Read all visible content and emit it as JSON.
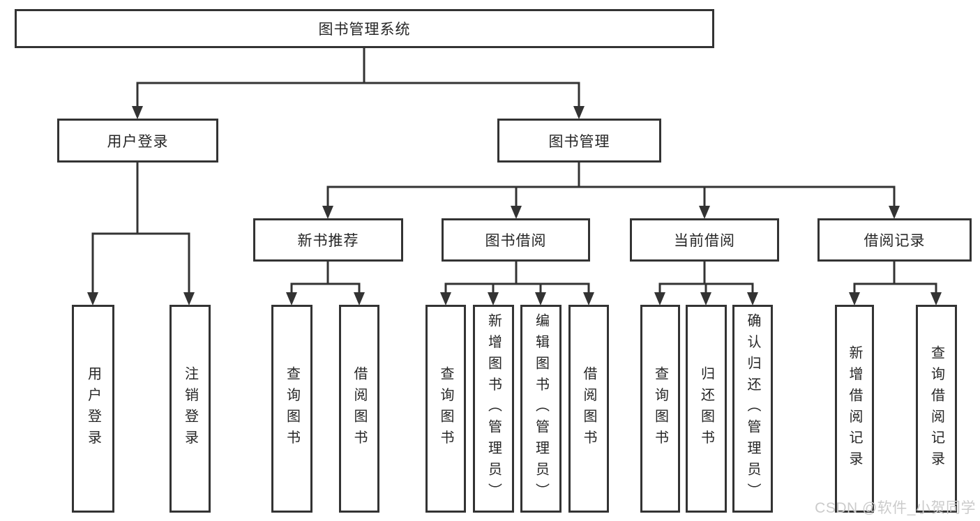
{
  "diagram": {
    "root": {
      "label": "图书管理系统"
    },
    "level2": [
      {
        "label": "用户登录",
        "children": [
          {
            "label": "用户登录"
          },
          {
            "label": "注销登录"
          }
        ]
      },
      {
        "label": "图书管理",
        "children": [
          {
            "label": "新书推荐",
            "children": [
              {
                "label": "查询图书"
              },
              {
                "label": "借阅图书"
              }
            ]
          },
          {
            "label": "图书借阅",
            "children": [
              {
                "label": "查询图书"
              },
              {
                "label": "新增图书（管理员）"
              },
              {
                "label": "编辑图书（管理员）"
              },
              {
                "label": "借阅图书"
              }
            ]
          },
          {
            "label": "当前借阅",
            "children": [
              {
                "label": "查询图书"
              },
              {
                "label": "归还图书"
              },
              {
                "label": "确认归还（管理员）"
              }
            ]
          },
          {
            "label": "借阅记录",
            "children": [
              {
                "label": "新增借阅记录"
              },
              {
                "label": "查询借阅记录"
              }
            ]
          }
        ]
      }
    ]
  },
  "watermark": {
    "text": "CSDN @软件_小贺同学"
  },
  "colors": {
    "line": "#333333",
    "text": "#262626",
    "watermark": "#cbcbcb",
    "background": "#ffffff"
  }
}
